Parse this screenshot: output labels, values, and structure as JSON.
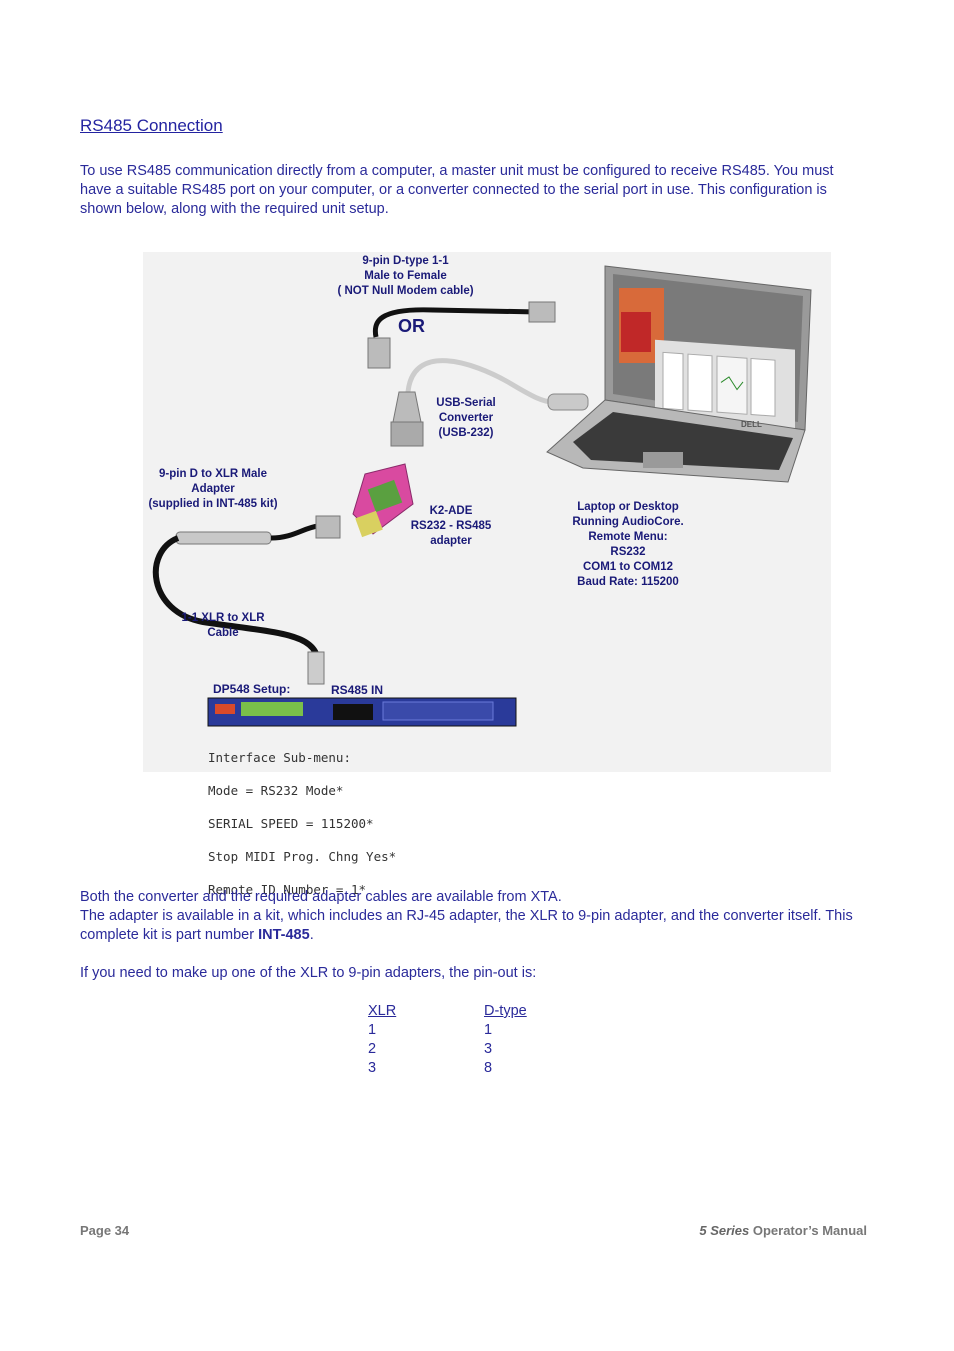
{
  "heading": "RS485 Connection",
  "intro": {
    "line1": "To use RS485 communication directly from a computer, a master unit must be configured to receive RS485. You must",
    "line2": "have a suitable RS485 port on your computer, or a converter connected to the serial port in use.  This configuration is",
    "line3": "shown below, along with the required unit setup."
  },
  "diagram": {
    "cable_label": [
      "9-pin D-type 1-1",
      "Male to Female",
      "( NOT Null Modem cable)"
    ],
    "or_label": "OR",
    "usb_label": [
      "USB-Serial",
      "Converter",
      "(USB-232)"
    ],
    "xlr_adapter_label": [
      "9-pin D to XLR Male",
      "Adapter",
      "(supplied in INT-485 kit)"
    ],
    "k2_label": [
      "K2-ADE",
      "RS232 - RS485",
      "adapter"
    ],
    "laptop_label": [
      "Laptop or Desktop",
      "Running AudioCore.",
      "Remote Menu:",
      "RS232",
      "COM1 to COM12",
      "Baud Rate: 115200"
    ],
    "xlr_cable_label": [
      "1-1 XLR to XLR",
      "Cable"
    ],
    "dp548_setup": "DP548 Setup:",
    "rs485_in": "RS485 IN",
    "screen_lines": [
      "Interface Sub-menu:",
      "Mode = RS232 Mode*",
      "SERIAL SPEED = 115200*",
      "Stop MIDI Prog. Chng Yes*",
      "Remote ID Number = 1*"
    ],
    "laptop_brand": "DELL"
  },
  "body": {
    "p1": "Both the converter and the required adapter cables are available from XTA.",
    "p2a": "The adapter is available in a kit, which includes an RJ-45 adapter, the XLR to 9-pin adapter, and the converter itself.  This",
    "p2b_pre": "complete kit is part number ",
    "p2b_bold": "INT-485",
    "p2b_post": ".",
    "p3": "If you need to make up one of the XLR to 9-pin adapters, the pin-out is:"
  },
  "pinout": {
    "headers": [
      "XLR",
      "D-type"
    ],
    "rows": [
      [
        "1",
        "1"
      ],
      [
        "2",
        "3"
      ],
      [
        "3",
        "8"
      ]
    ]
  },
  "footer": {
    "page": "Page 34",
    "brand": "5 Series",
    "manual": " Operator’s Manual"
  },
  "colors": {
    "text": "#2a2a9a",
    "label": "#1a1a78",
    "footer": "#777777"
  }
}
